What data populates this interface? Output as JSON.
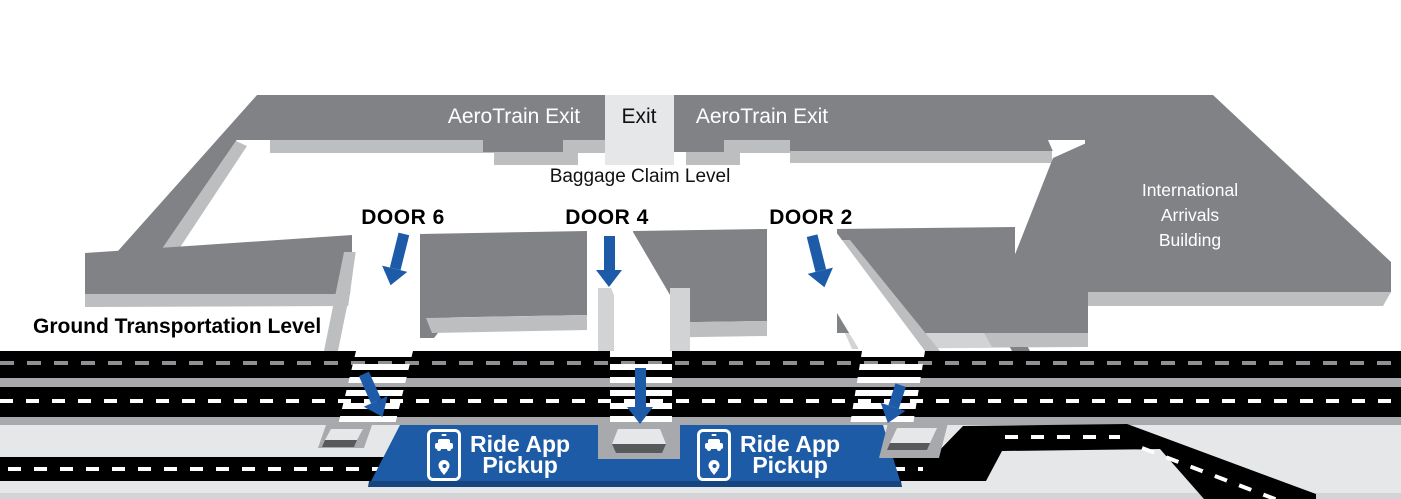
{
  "building": {
    "aerotrain_exit_left": "AeroTrain Exit",
    "center_exit": "Exit",
    "aerotrain_exit_right": "AeroTrain Exit",
    "baggage_claim_level": "Baggage Claim Level",
    "iab_lines": [
      "International",
      "Arrivals",
      "Building"
    ],
    "doors": [
      {
        "label": "DOOR 6"
      },
      {
        "label": "DOOR 4"
      },
      {
        "label": "DOOR 2"
      }
    ]
  },
  "ground_transportation": {
    "label": "Ground Transportation Level"
  },
  "pickup_signs": [
    {
      "line1": "Ride App",
      "line2": "Pickup"
    },
    {
      "line1": "Ride App",
      "line2": "Pickup"
    }
  ],
  "colors": {
    "building_gray": "#808285",
    "bevel_gray": "#bcbec0",
    "bevel_light": "#d1d3d4",
    "surface_light": "#e6e7e8",
    "island_front": "#58595b",
    "road_black": "#000000",
    "median_gray": "#a7a9ac",
    "dash_gray": "#8e9093",
    "banner_blue": "#1e5ba6",
    "banner_edge": "#17457e",
    "arrow_blue": "#1d5ba8"
  }
}
